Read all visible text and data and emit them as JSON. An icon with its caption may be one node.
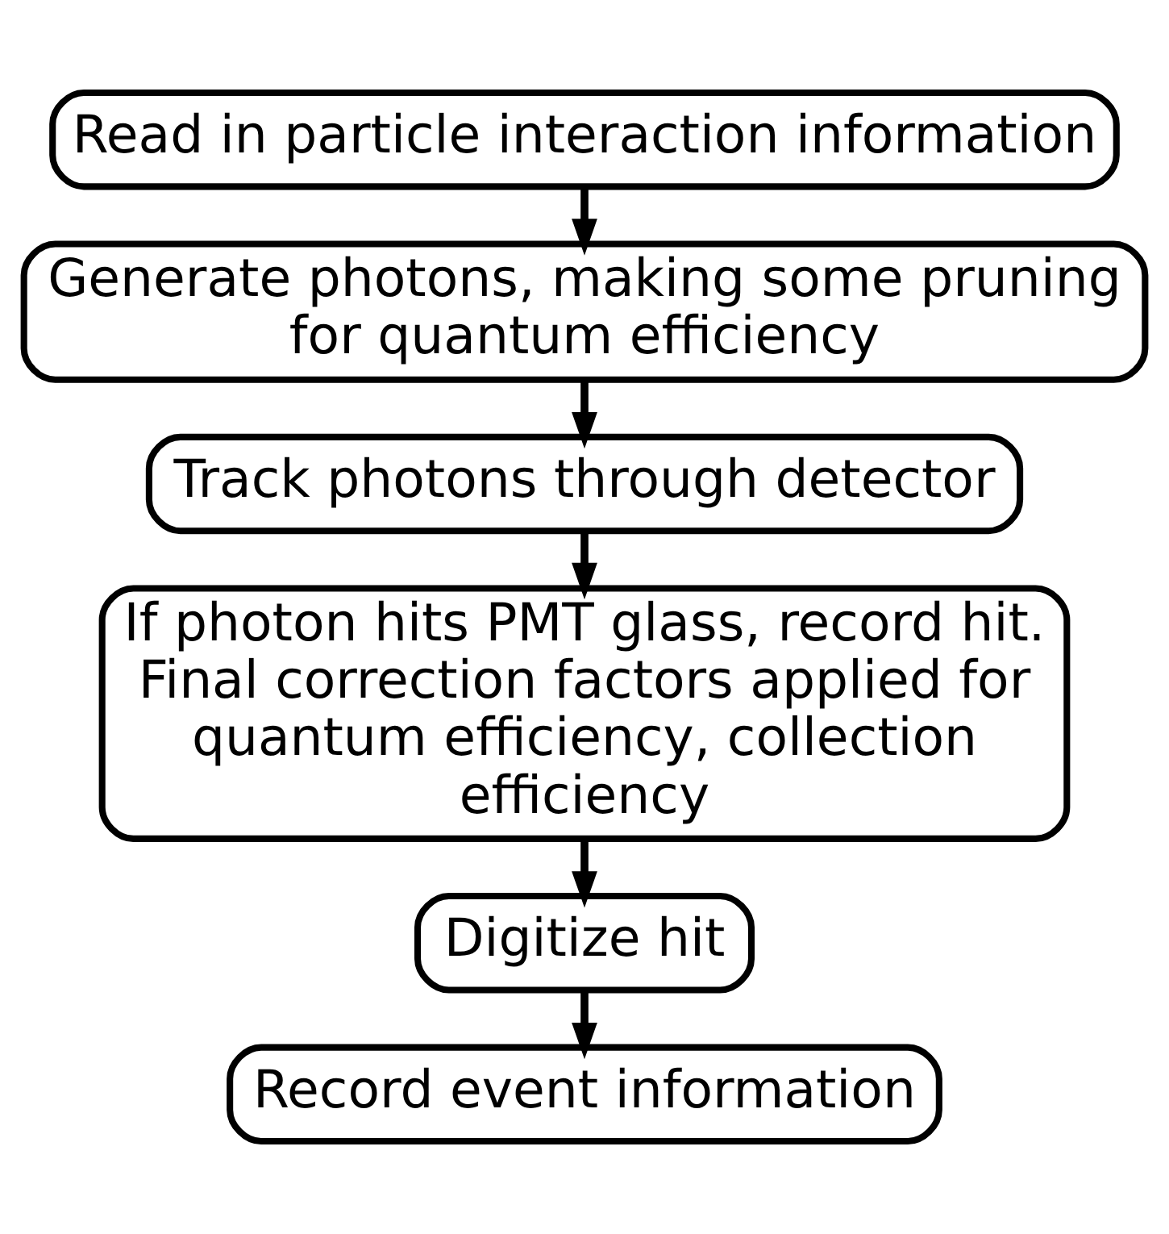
{
  "diagram": {
    "nodes": [
      {
        "text": [
          "Read in particle interaction information"
        ]
      },
      {
        "text": [
          "Generate photons, making some pruning for quantum efficiency"
        ]
      },
      {
        "text": [
          "Track photons through detector"
        ]
      },
      {
        "text": [
          "If photon hits PMT glass, record hit. Final correction factors applied for quantum efficiency, collection efficiency"
        ]
      },
      {
        "text": [
          "Digitize hit"
        ]
      },
      {
        "text": [
          "Record event information"
        ]
      }
    ],
    "edges": [
      {
        "from": 0,
        "to": 1,
        "arrow": "to"
      },
      {
        "from": 1,
        "to": 2,
        "arrow": "to"
      },
      {
        "from": 2,
        "to": 3,
        "arrow": "to"
      },
      {
        "from": 3,
        "to": 4,
        "arrow": "to"
      },
      {
        "from": 4,
        "to": 5,
        "arrow": "to"
      }
    ]
  }
}
